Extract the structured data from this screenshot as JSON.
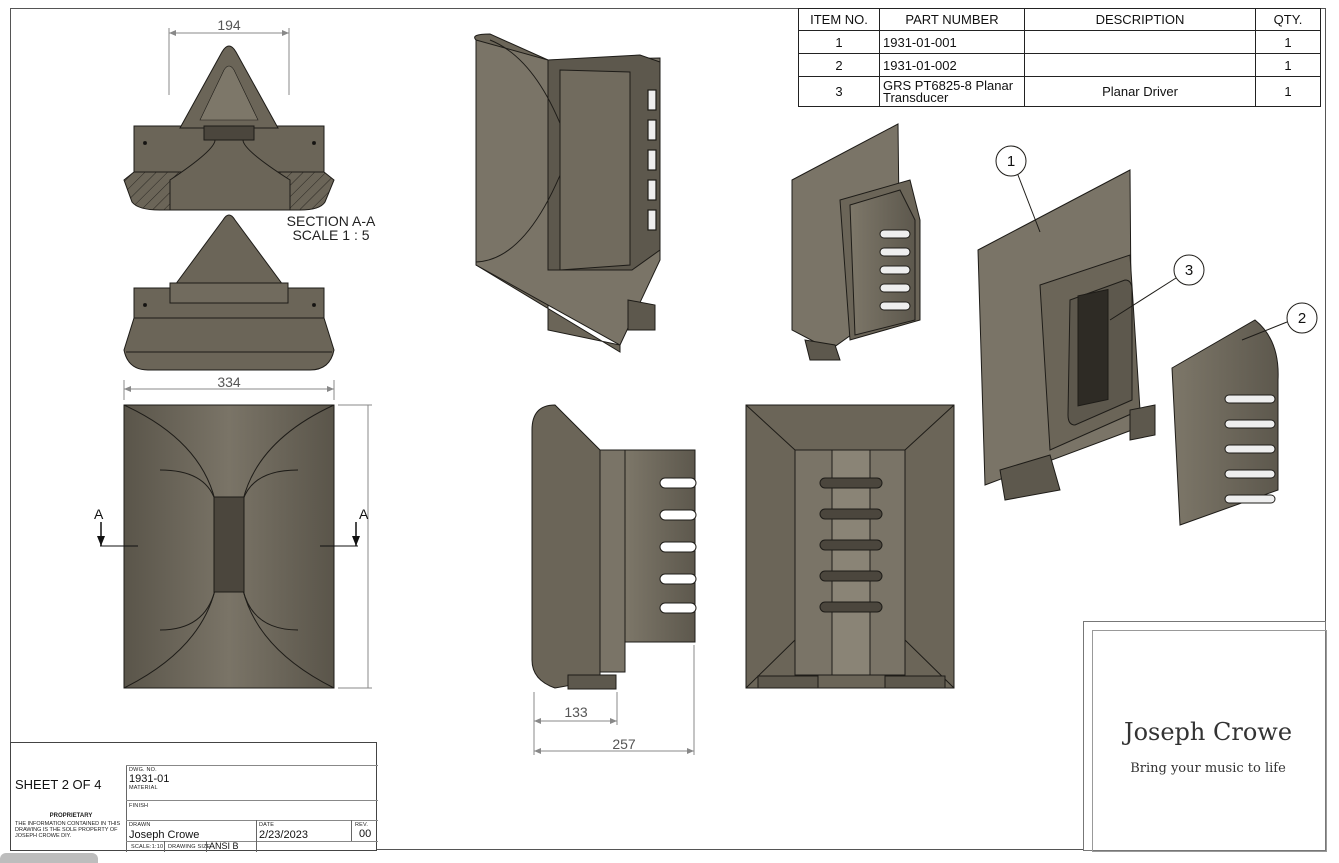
{
  "bom": {
    "headers": [
      "ITEM NO.",
      "PART NUMBER",
      "DESCRIPTION",
      "QTY."
    ],
    "rows": [
      {
        "item": "1",
        "part": "1931-01-001",
        "description": "",
        "qty": "1"
      },
      {
        "item": "2",
        "part": "1931-01-002",
        "description": "",
        "qty": "1"
      },
      {
        "item": "3",
        "part": "GRS PT6825-8 Planar Transducer",
        "description": "Planar Driver",
        "qty": "1"
      }
    ]
  },
  "dimensions": {
    "top_width": "194",
    "width": "334",
    "side_depth": "133",
    "side_total": "257"
  },
  "section": {
    "label": "SECTION A-A",
    "scale": "SCALE 1 : 5",
    "cut_left": "A",
    "cut_right": "A"
  },
  "balloons": [
    "1",
    "3",
    "2"
  ],
  "title_block": {
    "sheet": "SHEET 2 OF 4",
    "dwg_no_label": "DWG. NO.",
    "dwg_no": "1931-01",
    "material_label": "MATERIAL",
    "finish_label": "FINISH",
    "drawn_label": "DRAWN",
    "drawn_by": "Joseph Crowe",
    "date_label": "DATE",
    "date": "2/23/2023",
    "rev_label": "REV.",
    "rev": "00",
    "scale_label": "SCALE:1:10",
    "size_label": "DRAWING SIZE",
    "size": "ANSI B",
    "proprietary_title": "PROPRIETARY",
    "proprietary_text": "THE INFORMATION CONTAINED IN THIS DRAWING IS THE SOLE PROPERTY OF JOSEPH CROWE DIY."
  },
  "logo": {
    "name": "Joseph Crowe",
    "tagline": "Bring your music to life"
  },
  "colors": {
    "body": "#6b6558",
    "body_light": "#8a8476",
    "body_dark": "#4b463d",
    "line": "#1e1c18"
  }
}
